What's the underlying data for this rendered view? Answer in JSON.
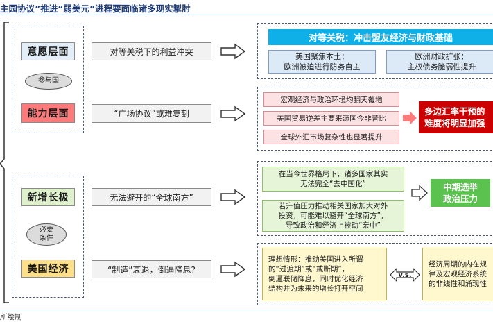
{
  "title": "主园协议”推进“弱美元”进程要面临诸多现实掣肘",
  "footer": "所绘制",
  "rows": {
    "willingness": {
      "label": "意愿层面",
      "desc": "对等关税下的利益冲突",
      "head": "对等关税：冲击盟友经济与财政基础",
      "sub_left": [
        "美国聚焦本土：",
        "欧洲被迫进行防务自主"
      ],
      "sub_right": [
        "欧洲财政扩张：",
        "主权债务脆弱性提升"
      ]
    },
    "capability": {
      "label": "能力层面",
      "desc": "“广场协议”或难复刻",
      "points": [
        "宏观经济与政治环境均翻天覆地",
        "美国贸易逆差主要来源国今非昔比",
        "全球外汇市场复杂性也显著提升"
      ],
      "conclusion": [
        "多边汇率干预的",
        "难度将明显加强"
      ]
    },
    "growth": {
      "label": "新增长极",
      "desc": "无法避开的“全球南方”",
      "top": [
        "在当今世界格局下，诸多国家其实",
        "无法完全“去中国化”"
      ],
      "bottom": [
        "若升值压力推动相关国家加大对外",
        "投资，可能难以避开“全球南方”，",
        "导致政治和经济上被动“亲中”"
      ],
      "conclusion": [
        "中期选举",
        "政治压力"
      ]
    },
    "economy": {
      "label": "美国经济",
      "desc": "“制造”衰退，倒逼降息?",
      "ideal": [
        "理想情形：推动美国进入所谓",
        "的“过渡期”或“戒断期”，",
        "倒逼联储降息，同时优化经济",
        "结构并为未来的增长打开空间"
      ],
      "vs": "v.s.",
      "reality": [
        "经济周期的内在规",
        "律及宏观经济系统",
        "的非线性和涌现性"
      ]
    }
  },
  "ovals": {
    "participants": "参与国",
    "required": [
      "必要",
      "条件"
    ]
  },
  "colors": {
    "label_blue": "#e3eef8",
    "label_red": "#ff7b7b",
    "label_green": "#dff0cc",
    "label_yellow": "#ffe08a",
    "accent_blue": "#0fb0e8",
    "accent_red": "#cc0000",
    "accent_green": "#5bc24f",
    "title_navy": "#1f3c78"
  }
}
